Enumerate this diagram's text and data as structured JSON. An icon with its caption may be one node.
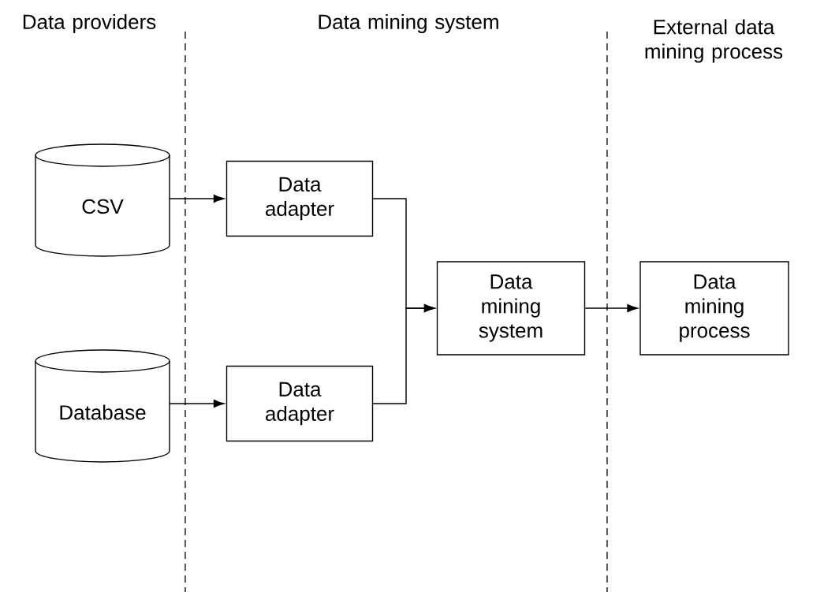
{
  "diagram": {
    "nodes": [
      {
        "text": [
          "CSV"
        ]
      },
      {
        "text": [
          "Database"
        ]
      },
      {
        "text": [
          "Data adapter"
        ]
      },
      {
        "text": [
          "Data adapter"
        ]
      },
      {
        "text": [
          "Data mining system"
        ]
      },
      {
        "text": [
          "Data mining process"
        ]
      }
    ],
    "edges": [
      {
        "from": 0,
        "to": 2,
        "arrow": "to"
      },
      {
        "from": 1,
        "to": 3,
        "arrow": "to"
      },
      {
        "from": 2,
        "to": 4,
        "arrow": "to"
      },
      {
        "from": 3,
        "to": 4,
        "arrow": "to"
      },
      {
        "from": 4,
        "to": 5,
        "arrow": "to"
      }
    ],
    "labels": [
      "Data providers",
      "Data mining system",
      "External data mining process"
    ]
  }
}
